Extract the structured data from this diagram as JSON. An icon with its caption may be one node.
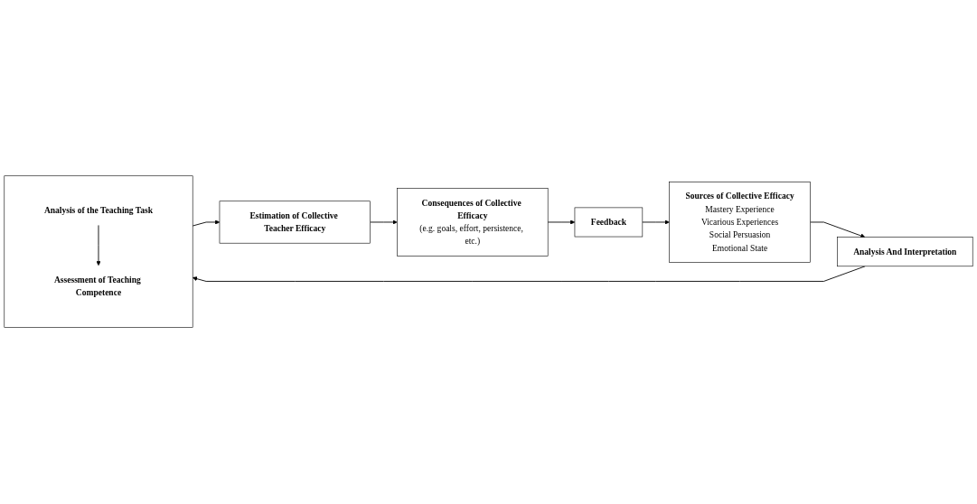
{
  "diagram": {
    "nodes": [
      {
        "text": [
          "Sources of Collective Efficacy",
          "Mastery Experience",
          "Vicarious Experiences",
          "Social Persuasion",
          "Emotional State"
        ]
      },
      {
        "text": [
          "Analysis And Interpretation"
        ]
      },
      {
        "text": [],
        "shape": "box"
      },
      {
        "text": [
          "Analysis of the Teaching Task"
        ],
        "in": 2
      },
      {
        "text": [
          "Assessment of Teaching Competence"
        ],
        "in": 2
      },
      {
        "text": [
          "Estimation of Collective Teacher Efficacy"
        ]
      },
      {
        "text": [
          "Consequences of Collective Efficacy",
          "(e.g. goals, effort, persistence, etc.)"
        ]
      },
      {
        "text": [
          "Feedback"
        ]
      }
    ],
    "edges": [
      {
        "from": 0,
        "to": 1,
        "arrow": "to"
      },
      {
        "from": 1,
        "to": 2,
        "arrow": "to"
      },
      {
        "from": 3,
        "to": 4,
        "arrow": "to"
      },
      {
        "from": 2,
        "to": 5,
        "arrow": "to"
      },
      {
        "from": 5,
        "to": 6,
        "arrow": "to"
      },
      {
        "from": 6,
        "to": 7,
        "arrow": "to"
      },
      {
        "from": 7,
        "to": 0,
        "arrow": "to"
      }
    ]
  }
}
